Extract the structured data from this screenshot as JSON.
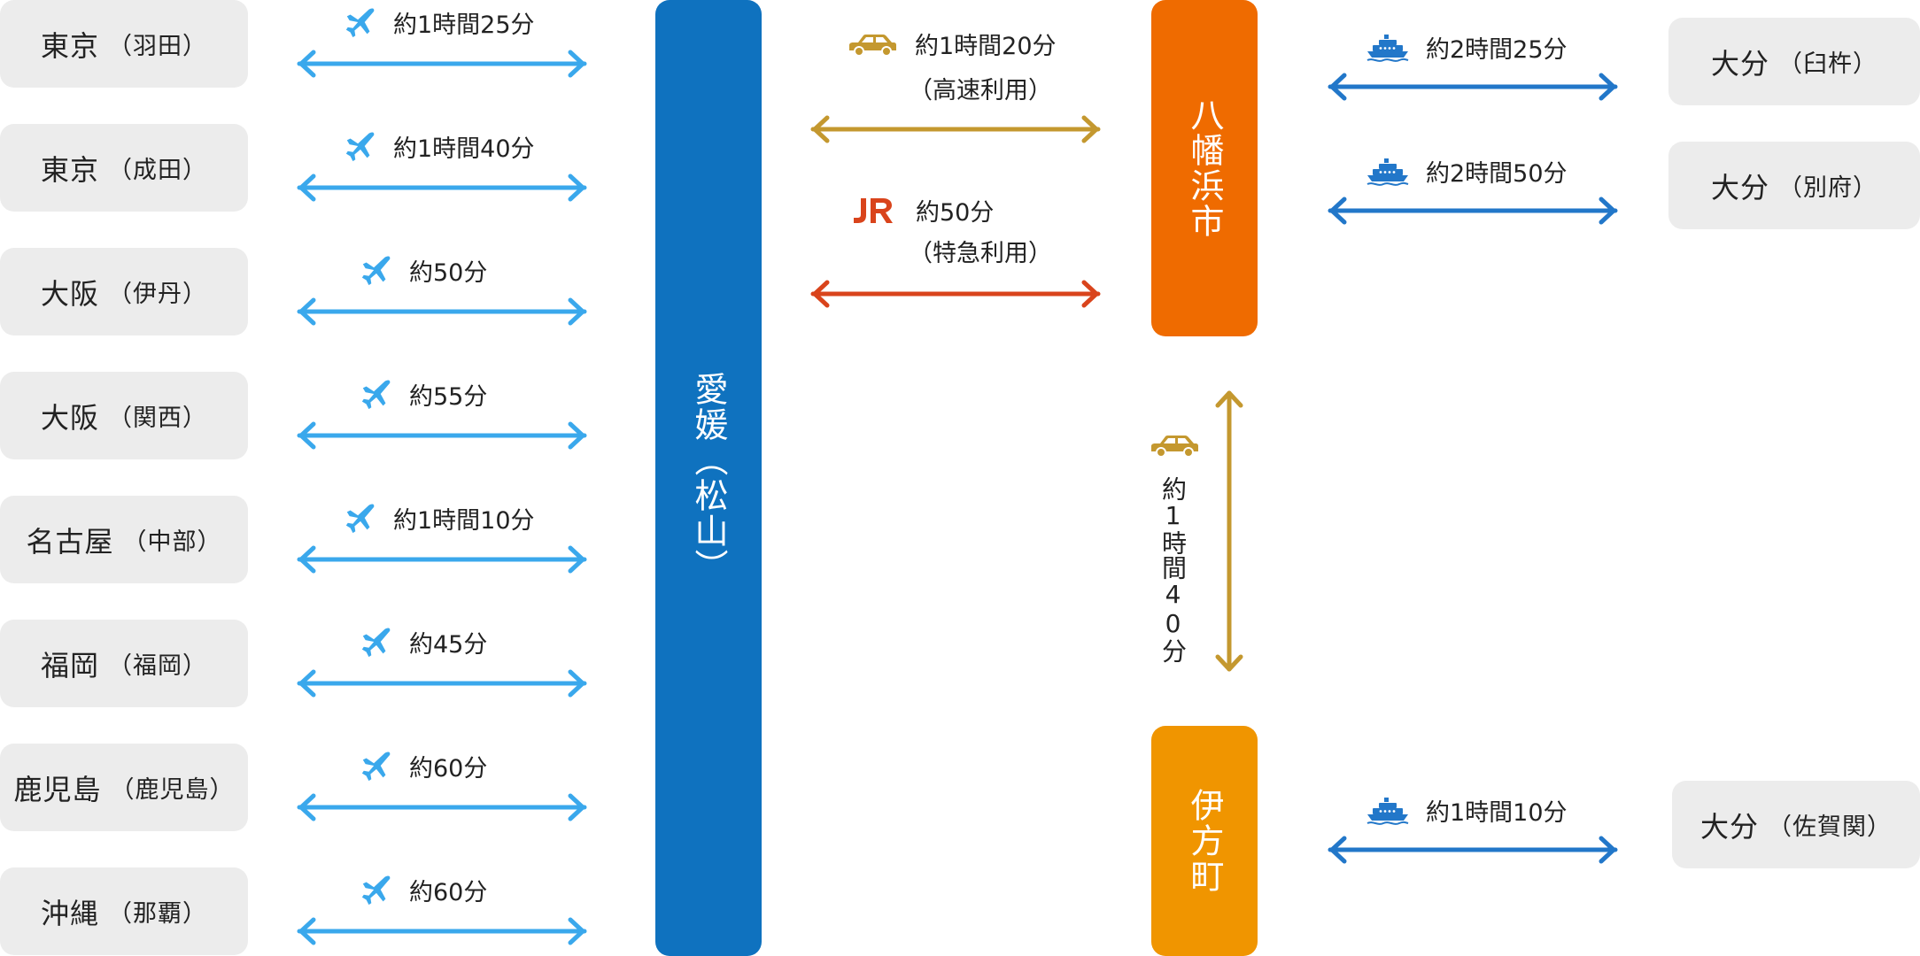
{
  "colors": {
    "air": "#3aa8ec",
    "ferry": "#2277c9",
    "car": "#c4982f",
    "jr": "#d9441c",
    "ehime_bar": "#0f72bf",
    "yawatahama_bar": "#ef6b00",
    "ikata_bar": "#f09500",
    "box_bg": "#ececec"
  },
  "origins": [
    {
      "city": "東京",
      "airport": "（羽田）",
      "icon": "airplane-icon",
      "time": "約1時間25分"
    },
    {
      "city": "東京",
      "airport": "（成田）",
      "icon": "airplane-icon",
      "time": "約1時間40分"
    },
    {
      "city": "大阪",
      "airport": "（伊丹）",
      "icon": "airplane-icon",
      "time": "約50分"
    },
    {
      "city": "大阪",
      "airport": "（関西）",
      "icon": "airplane-icon",
      "time": "約55分"
    },
    {
      "city": "名古屋",
      "airport": "（中部）",
      "icon": "airplane-icon",
      "time": "約1時間10分"
    },
    {
      "city": "福岡",
      "airport": "（福岡）",
      "icon": "airplane-icon",
      "time": "約45分"
    },
    {
      "city": "鹿児島",
      "airport": "（鹿児島）",
      "icon": "airplane-icon",
      "time": "約60分"
    },
    {
      "city": "沖縄",
      "airport": "（那覇）",
      "icon": "airplane-icon",
      "time": "約60分"
    }
  ],
  "hub": {
    "label": "愛媛（松山）"
  },
  "matsuyama_to_yawatahama": [
    {
      "mode": "car",
      "icon": "car-icon",
      "time": "約1時間20分",
      "note": "（高速利用）"
    },
    {
      "mode": "jr",
      "icon": "jr-logo-icon",
      "time": "約50分",
      "note": "（特急利用）"
    }
  ],
  "yawatahama": {
    "label": "八幡浜市"
  },
  "ikata": {
    "label": "伊方町"
  },
  "yawatahama_to_ikata": {
    "icon": "car-icon",
    "time": "約1時間40分"
  },
  "ferries": [
    {
      "icon": "ferry-icon",
      "time": "約2時間25分",
      "dest_city": "大分",
      "dest_port": "（臼杵）"
    },
    {
      "icon": "ferry-icon",
      "time": "約2時間50分",
      "dest_city": "大分",
      "dest_port": "（別府）"
    },
    {
      "icon": "ferry-icon",
      "time": "約1時間10分",
      "dest_city": "大分",
      "dest_port": "（佐賀関）"
    }
  ]
}
